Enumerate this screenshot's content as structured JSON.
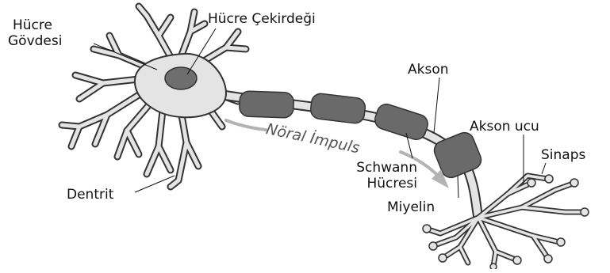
{
  "labels": {
    "cell_body_line1": "Hücre",
    "cell_body_line2": "Gövdesi",
    "nucleus": "Hücre Çekirdeği",
    "axon": "Akson",
    "axon_terminal": "Akson ucu",
    "synapse": "Sinaps",
    "schwann_line1": "Schwann",
    "schwann_line2": "Hücresi",
    "myelin": "Miyelin",
    "dendrite": "Dentrit",
    "neural_impulse": "Nöral İmpuls"
  },
  "colors": {
    "membrane": "#333333",
    "cytoplasm": "#e4e4e4",
    "nucleus": "#6e6e6e",
    "myelin_sheath": "#6a6a6a",
    "impulse_arrow": "#b3b3b3"
  }
}
